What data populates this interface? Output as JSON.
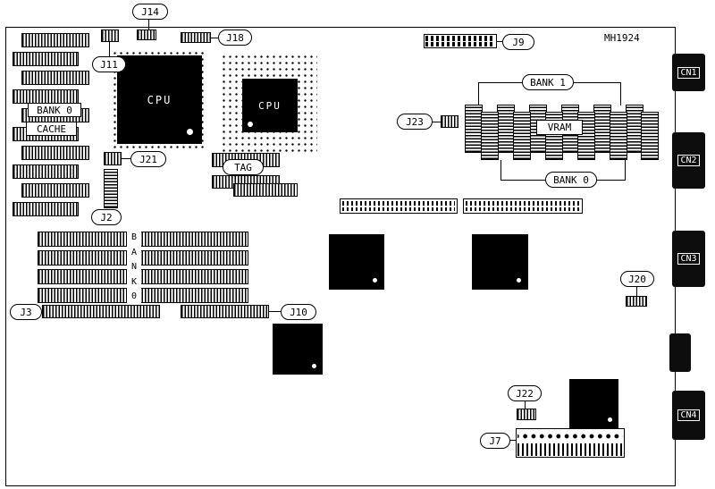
{
  "title": "MH1924",
  "jumpers": {
    "j2": "J2",
    "j3": "J3",
    "j7": "J7",
    "j9": "J9",
    "j10": "J10",
    "j11": "J11",
    "j14": "J14",
    "j18": "J18",
    "j20": "J20",
    "j21": "J21",
    "j22": "J22",
    "j23": "J23"
  },
  "chips": {
    "cpu1": "CPU",
    "cpu2": "CPU",
    "tag": "TAG",
    "vram": "VRAM"
  },
  "memory": {
    "cache_bank_label": "BANK 0",
    "cache_label": "CACHE",
    "vram_bank1_label": "BANK 1",
    "vram_bank0_label": "BANK 0",
    "simm_letters": [
      "B",
      "A",
      "N",
      "K",
      "0"
    ]
  },
  "connectors": {
    "cn1": "CN1",
    "cn2": "CN2",
    "cn3": "CN3",
    "cn4": "CN4"
  }
}
